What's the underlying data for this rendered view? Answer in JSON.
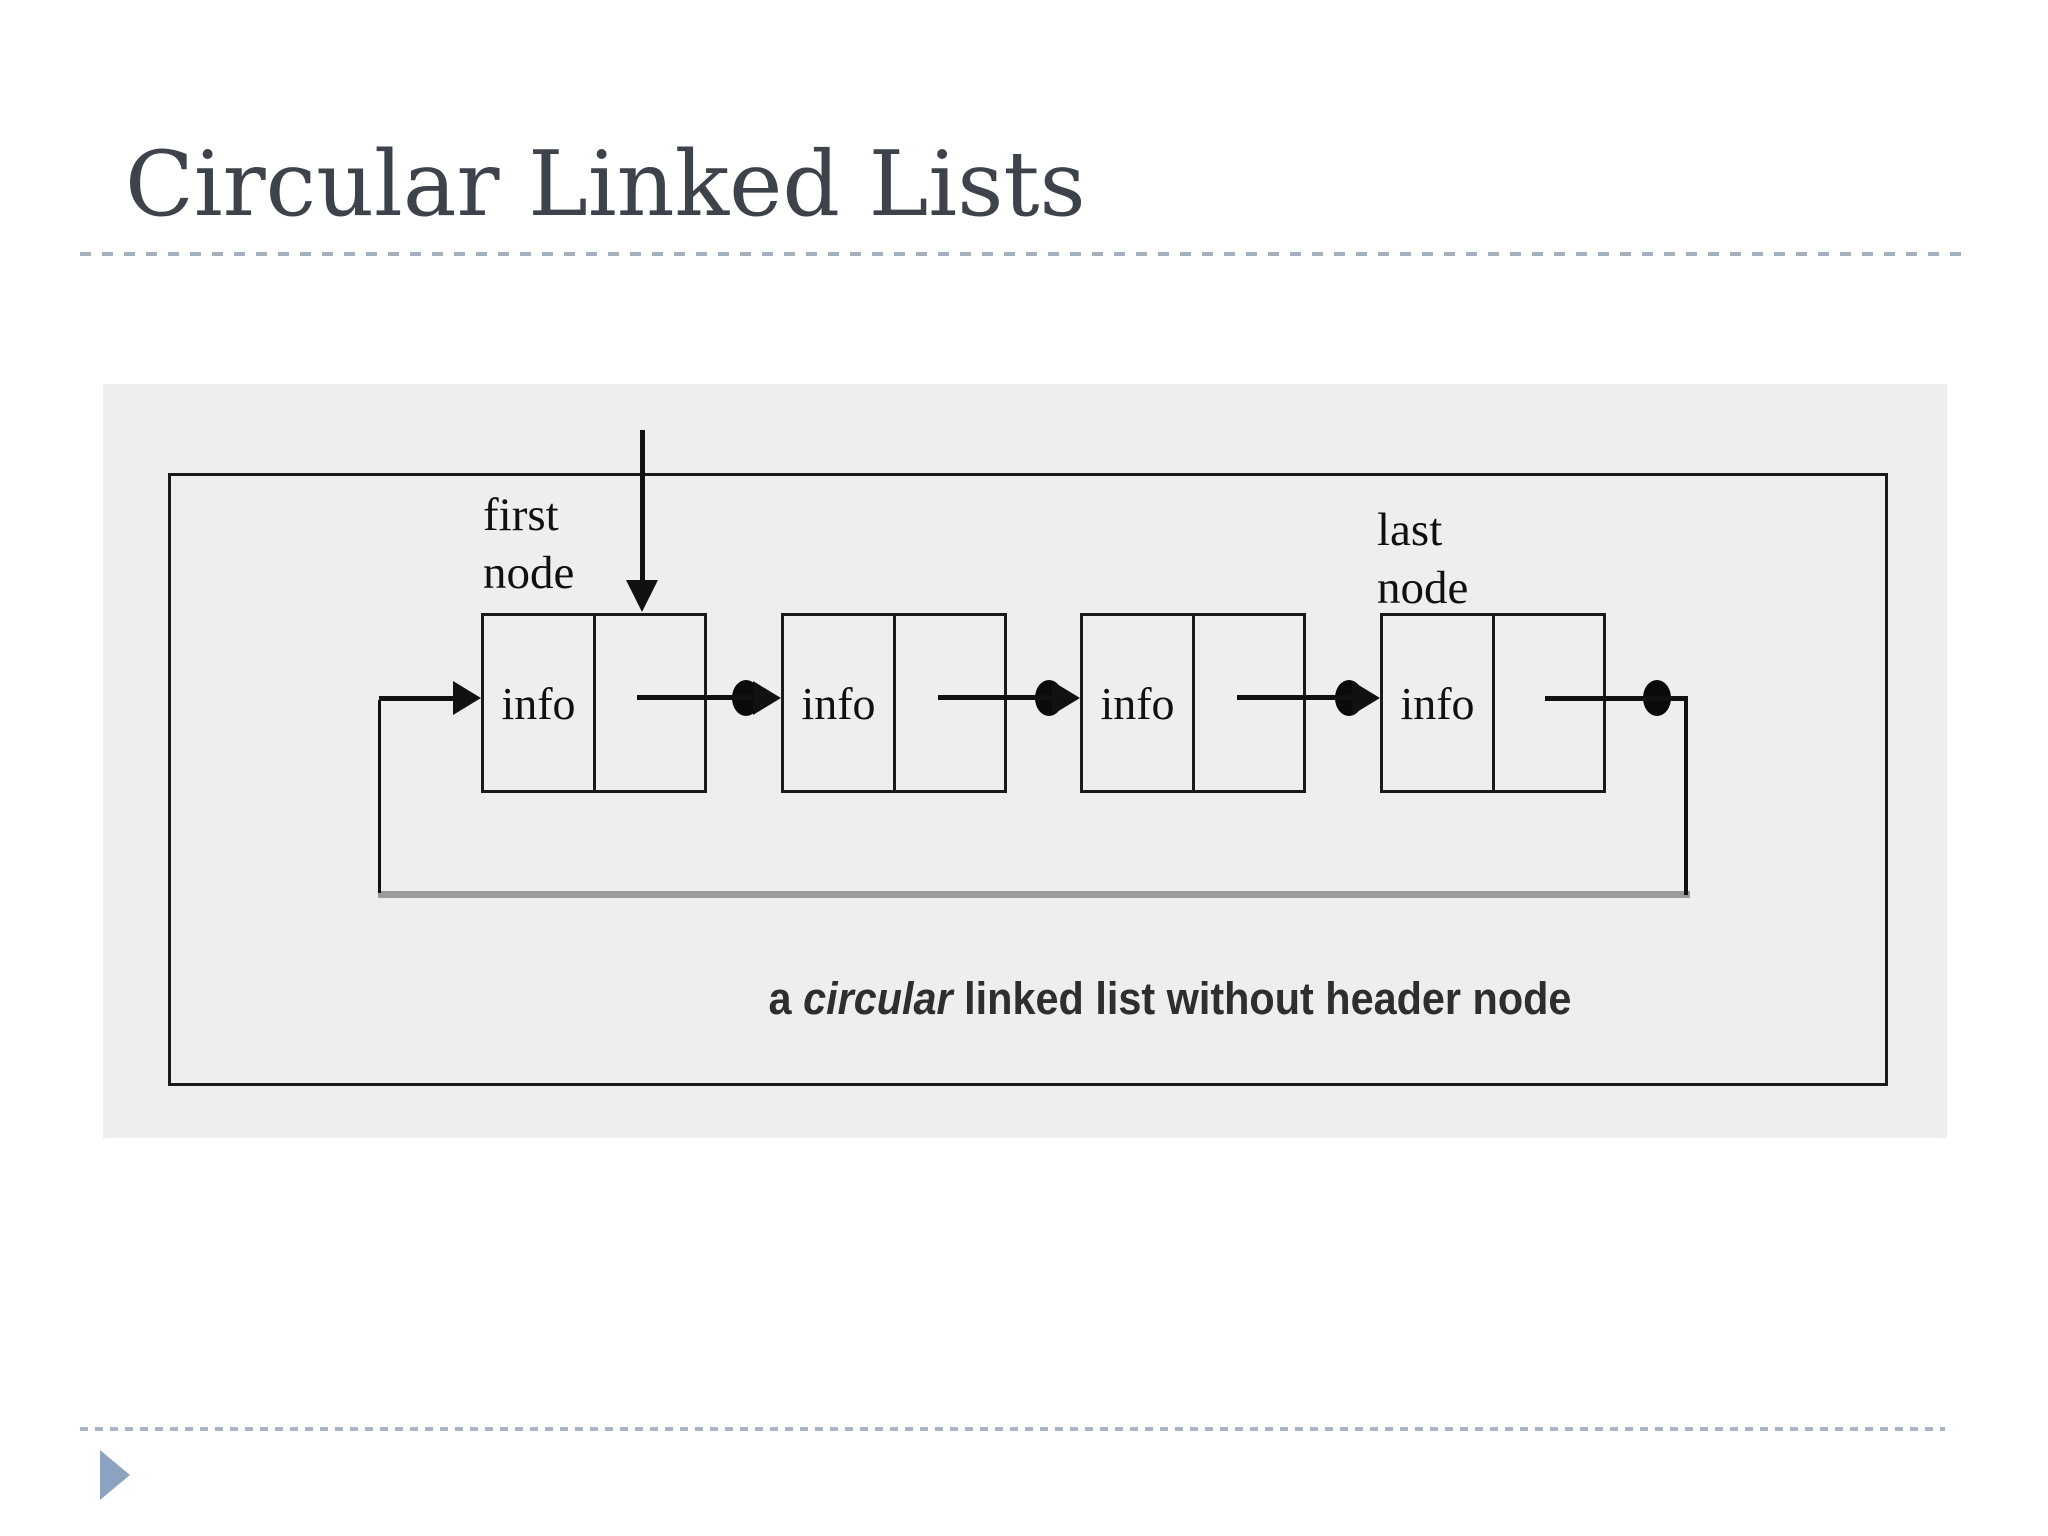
{
  "slide": {
    "title": "Circular Linked Lists",
    "figure": {
      "first_node_label": [
        "first",
        "node"
      ],
      "last_node_label": [
        "last",
        "node"
      ],
      "nodes": [
        {
          "info": "info"
        },
        {
          "info": "info"
        },
        {
          "info": "info"
        },
        {
          "info": "info"
        }
      ],
      "caption": {
        "prefix": "a ",
        "italic": "circular",
        "suffix": " linked list without header node"
      }
    },
    "colors": {
      "panel_background": "#edeef0",
      "line_black": "#1a1a1a",
      "return_line_gray": "#9b9b9b",
      "dashed_rule": "#a6b0bc",
      "footer_marker_blue": "#8ba2c0",
      "title_text": "#3e424a"
    }
  }
}
